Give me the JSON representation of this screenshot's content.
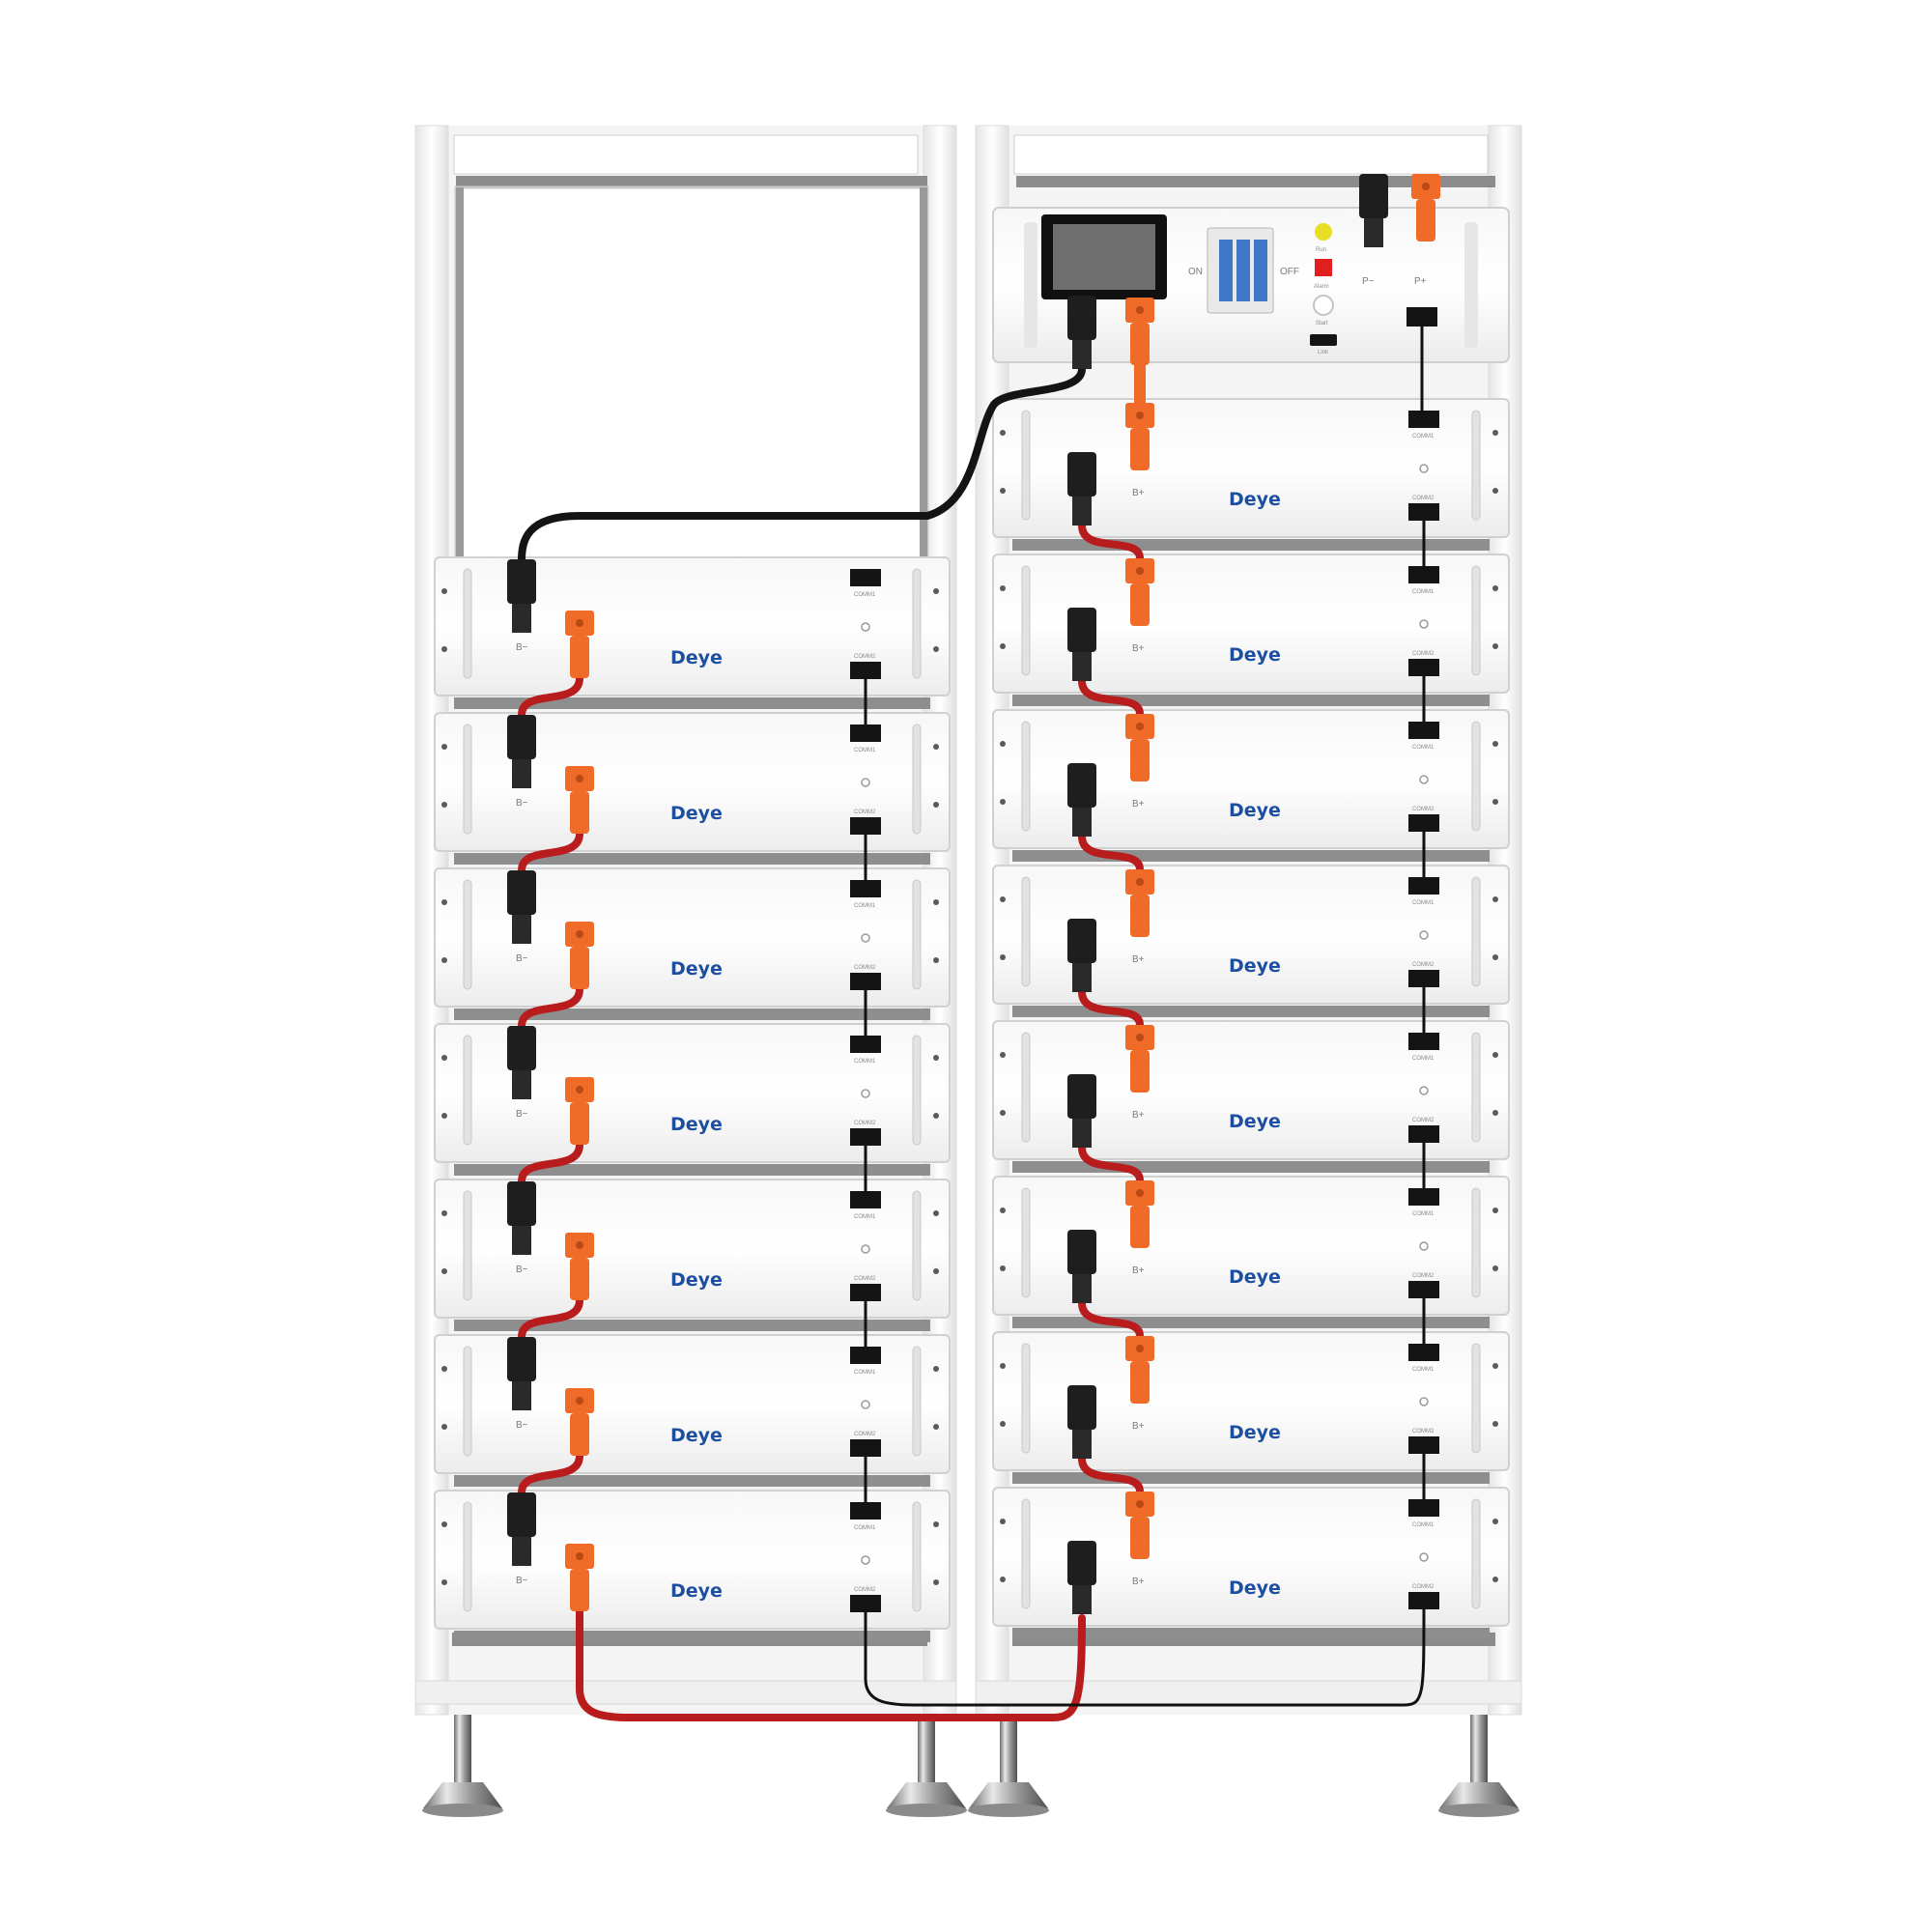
{
  "product": {
    "brand": "Deye",
    "brand_color": "#1d4fa0",
    "cable_colors": {
      "positive": "#b81c1c",
      "negative": "#141414",
      "connector_orange": "#f06a28"
    }
  },
  "control_box": {
    "switch_on_label": "ON",
    "switch_off_label": "OFF",
    "indicator_run_label": "Run",
    "indicator_alarm_label": "Alarm",
    "start_button_label": "Start",
    "link_port_label": "Link",
    "p_minus_label": "P−",
    "p_plus_label": "P+"
  },
  "module_labels": {
    "b_minus": "B−",
    "b_plus": "B+",
    "comm_in": "COMM1",
    "comm_out": "COMM2"
  },
  "cabinets": [
    {
      "name": "left-cabinet",
      "modules": 7
    },
    {
      "name": "right-cabinet",
      "modules": 8
    }
  ]
}
